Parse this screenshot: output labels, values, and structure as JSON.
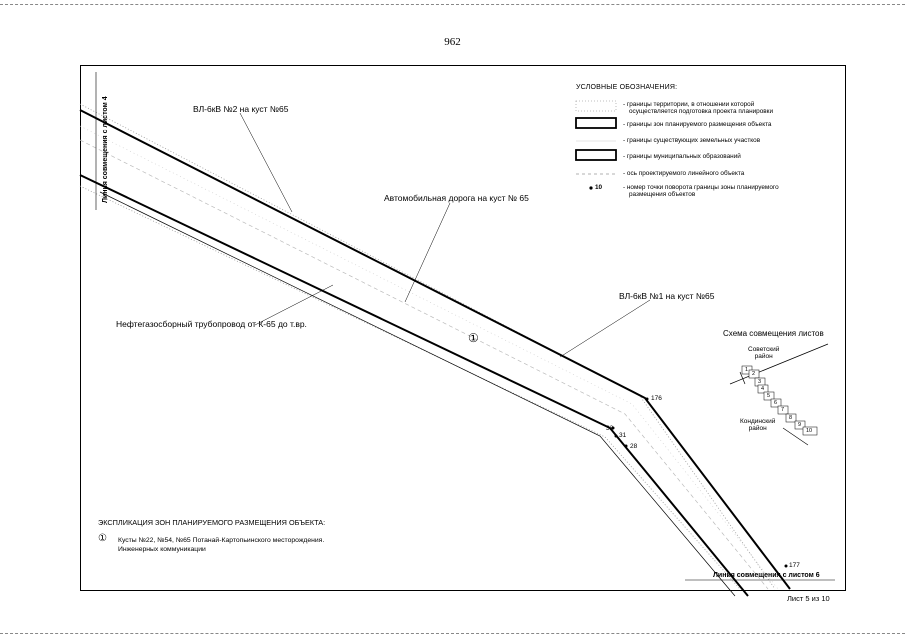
{
  "page_number": "962",
  "labels": {
    "vl_kv2": "ВЛ-6кВ №2 на куст №65",
    "road": "Автомобильная дорога на куст № 65",
    "vl_kv1": "ВЛ-6кВ №1 на куст №65",
    "pipeline": "Нефтегазосборный трубопровод от К-65 до т.вр.",
    "zone_marker": "①",
    "line_sheet4": "Линия совмещения с листом 4",
    "line_sheet6": "Линия совмещения с листом 6"
  },
  "points": [
    "176",
    "33",
    "31",
    "28",
    "177"
  ],
  "legend": {
    "title": "УСЛОВНЫЕ ОБОЗНАЧЕНИЯ:",
    "items": [
      {
        "text1": "- границы территории, в отношении которой",
        "text2": "осуществляется подготовка проекта планировки"
      },
      {
        "text1": "- границы зон планируемого размещения объекта",
        "text2": ""
      },
      {
        "text1": "- границы существующих земельных участков",
        "text2": ""
      },
      {
        "text1": "- границы муниципальных образований",
        "text2": ""
      },
      {
        "text1": "- ось проектируемого линейного объекта",
        "text2": ""
      },
      {
        "text1": "- номер точки поворота границы зоны планируемого",
        "text2": "размещения объектов"
      }
    ],
    "point_sample": "10"
  },
  "scheme": {
    "title": "Схема совмещения листов",
    "region_top": "Советский",
    "region_top2": "район",
    "region_bottom": "Кондинский",
    "region_bottom2": "район",
    "sheets": [
      "1",
      "2",
      "3",
      "4",
      "5",
      "6",
      "7",
      "8",
      "9",
      "10"
    ]
  },
  "explication": {
    "title": "ЭКСПЛИКАЦИЯ ЗОН ПЛАНИРУЕМОГО РАЗМЕЩЕНИЯ ОБЪЕКТА:",
    "marker": "①",
    "line1": "Кусты №22, №54, №65 Потанай-Картопьинского месторождения.",
    "line2": "Инженерных коммуникации"
  },
  "sheet_footer": "Лист 5 из 10"
}
